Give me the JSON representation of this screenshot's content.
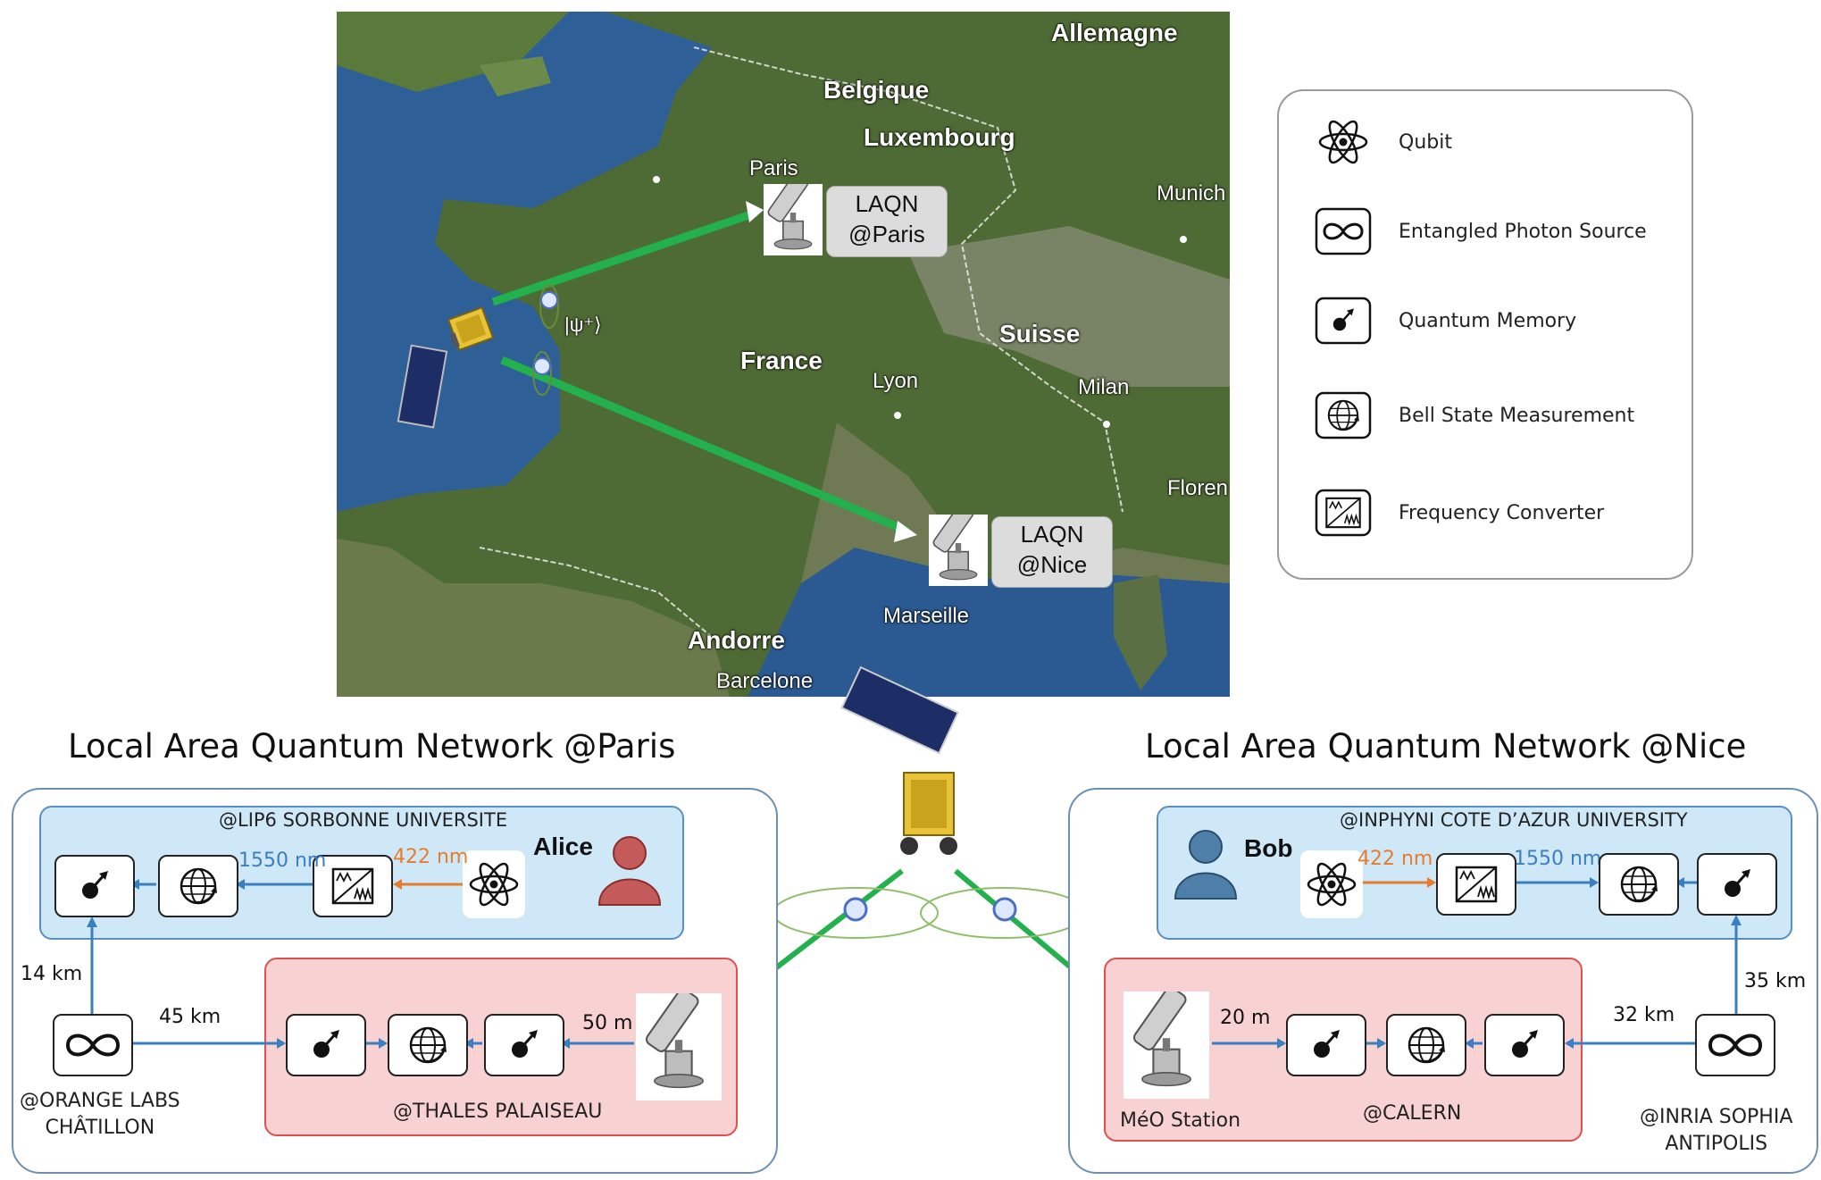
{
  "map": {
    "labels": {
      "allemagne": "Allemagne",
      "belgique": "Belgique",
      "luxembourg": "Luxembourg",
      "paris": "Paris",
      "munich": "Munich",
      "france": "France",
      "suisse": "Suisse",
      "lyon": "Lyon",
      "milan": "Milan",
      "florence": "Floren",
      "marseille": "Marseille",
      "andorre": "Andorre",
      "barcelone": "Barcelone"
    },
    "state_label": "|ψ⁺⟩",
    "laqn_paris": [
      "LAQN",
      "@Paris"
    ],
    "laqn_nice": [
      "LAQN",
      "@Nice"
    ]
  },
  "legend": {
    "items": [
      {
        "icon": "qubit-icon",
        "label": "Qubit"
      },
      {
        "icon": "entangled-photon-source-icon",
        "label": "Entangled Photon Source"
      },
      {
        "icon": "quantum-memory-icon",
        "label": "Quantum Memory"
      },
      {
        "icon": "bell-state-measurement-icon",
        "label": "Bell State Measurement"
      },
      {
        "icon": "frequency-converter-icon",
        "label": "Frequency Converter"
      }
    ]
  },
  "paris_network": {
    "title": "Local Area Quantum Network @Paris",
    "lip6_title": "@LIP6 SORBONNE UNIVERSITE",
    "user": "Alice",
    "wl_1550": "1550 nm",
    "wl_422": "422 nm",
    "dist_14": "14 km",
    "dist_45": "45 km",
    "dist_50": "50 m",
    "orange_labs": [
      "@ORANGE LABS",
      "CHÂTILLON"
    ],
    "thales": "@THALES PALAISEAU"
  },
  "nice_network": {
    "title": "Local Area Quantum Network @Nice",
    "inphyni_title": "@INPHYNI COTE D’AZUR UNIVERSITY",
    "user": "Bob",
    "wl_422": "422 nm",
    "wl_1550": "1550 nm",
    "dist_35": "35 km",
    "dist_32": "32 km",
    "dist_20": "20 m",
    "meo": "MéO Station",
    "calern": "@CALERN",
    "inria": [
      "@INRIA SOPHIA",
      "ANTIPOLIS"
    ]
  },
  "colors": {
    "link_green": "#22b14c",
    "fiber_blue": "#3a7fc1",
    "laser_orange": "#e67c2e",
    "lab_blue": "#cfe8f8",
    "station_red": "#f8d2d2"
  }
}
